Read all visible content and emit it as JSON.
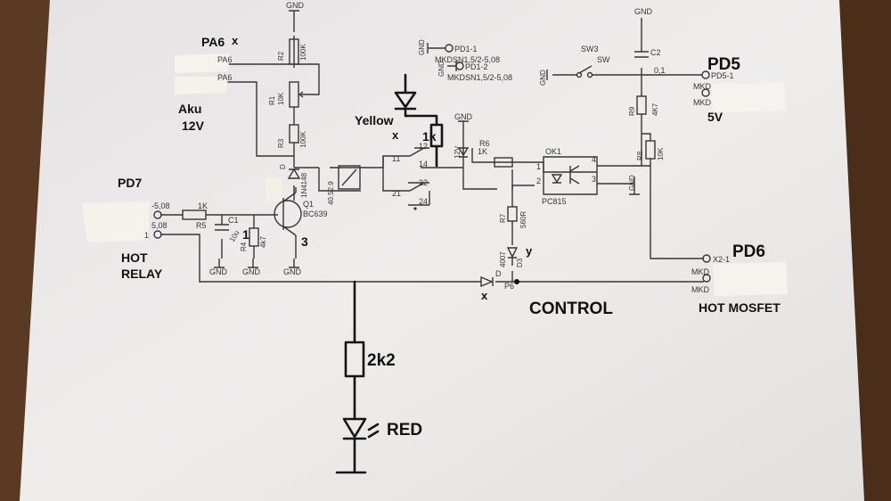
{
  "labels": {
    "gnd": "GND",
    "pa6_hand": "PA6",
    "pa6_a": "PA6",
    "pa6_b": "PA6",
    "aku_hand": "Aku",
    "v12_hand": "12V",
    "r2_ref": "R2",
    "r2_val": "100K",
    "r1_ref": "R1",
    "r1_val": "10K",
    "r3_ref": "R3",
    "r3_val": "100K",
    "d_ref": "D",
    "d_val": "1N4148",
    "relay_val": "40.52.9",
    "q1_ref": "Q1",
    "q1_val": "BC639",
    "pd7_hand": "PD7",
    "pd7_pin_a": "-5,08",
    "pd7_pin_b": "5,08",
    "pin_one": "1",
    "r5_ref": "R5",
    "r5_val": "1K",
    "c1_ref": "C1",
    "c1_val": "10u",
    "r4_ref": "R4",
    "r4_val": "4k7",
    "hot_relay_1": "HOT",
    "hot_relay_2": "RELAY",
    "pd1_1": "PD1-1",
    "pd1_2": "PD1-2",
    "mkdsn_1": "MKDSN1,5/2-5,08",
    "mkdsn_2": "MKDSN1,5/2-5,08",
    "yellow_hand": "Yellow",
    "r_1k_hand": "1k",
    "led_12v": "12V",
    "r6_ref": "R6",
    "r6_val": "1K",
    "pin_11": "11",
    "pin_12": "12",
    "pin_14": "14",
    "pin_21": "21",
    "pin_22": "22",
    "pin_24": "24",
    "ok1_ref": "OK1",
    "ok1_val": "PC815",
    "sw3_ref": "SW3",
    "sw_label": "SW",
    "c2_ref": "C2",
    "c2_val": "0,1",
    "pd5_hand": "PD5",
    "pd5_pin": "PD5-1",
    "mkd_a": "MKD",
    "mkd_b": "MKD",
    "v5_hand": "5V",
    "r9_ref": "R9",
    "r9_val": "4K7",
    "r8_ref": "R8",
    "r8_val": "10K",
    "r7_ref": "R7",
    "r7_val": "560R",
    "d3_ref": "D3",
    "d3_val": "4007",
    "d_ctl_ref": "D",
    "d_ctl_val": "P6",
    "pd6_hand": "PD6",
    "x2_pin": "X2-1",
    "mkd_c": "MKD",
    "mkd_d": "MKD",
    "hot_mosfet": "HOT MOSFET",
    "control_hand": "CONTROL",
    "r_2k2_hand": "2k2",
    "red_hand": "RED",
    "pin_2": "2",
    "pin_3": "3",
    "pin_4": "4",
    "num_1": "1",
    "num_3": "3",
    "x_mark": "x",
    "y_mark": "y"
  },
  "colors": {
    "paper": "#efedec",
    "wood": "#5a3a22",
    "tape": "#f4f1ec",
    "print_ink": "#3b3535",
    "hand_ink": "#111111"
  }
}
